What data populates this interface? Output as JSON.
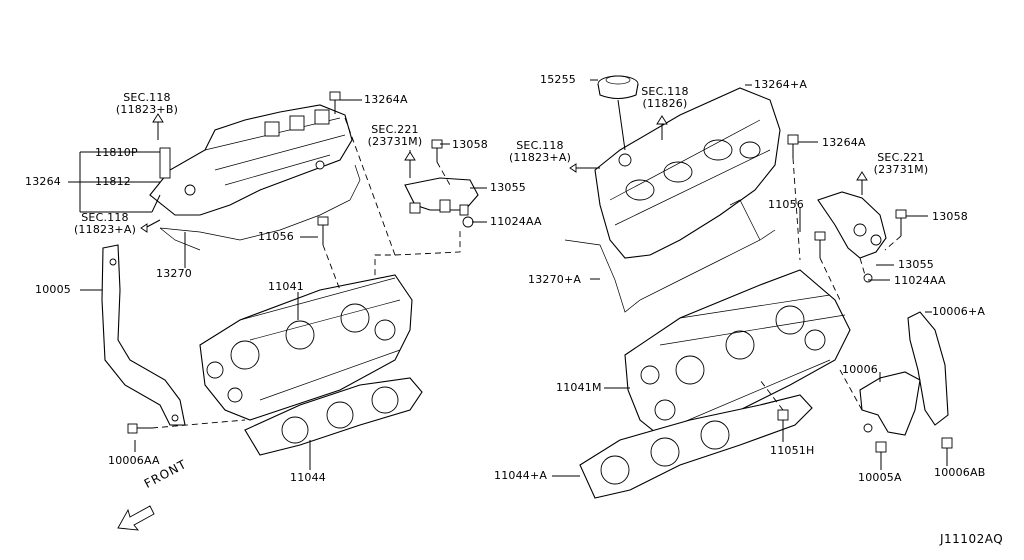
{
  "drawing_id": "J11102AQ",
  "front_label": "FRONT",
  "labels": {
    "sec118_b": "SEC.118",
    "sec118_b_sub": "(11823+B)",
    "p13264A_left": "13264A",
    "p11810P": "11810P",
    "p13264": "13264",
    "p11812": "11812",
    "sec118_a_left": "SEC.118",
    "sec118_a_left_sub": "(11823+A)",
    "p13270": "13270",
    "sec221_left": "SEC.221",
    "sec221_left_sub": "(23731M)",
    "p13058_left": "13058",
    "p13055_left": "13055",
    "p11024AA_left": "11024AA",
    "p11056_left": "11056",
    "p10005": "10005",
    "p11041": "11041",
    "p10006AA": "10006AA",
    "p11044": "11044",
    "p15255": "15255",
    "sec118_11826": "SEC.118",
    "sec118_11826_sub": "(11826)",
    "p13264A_plus": "13264+A",
    "sec118_a_right": "SEC.118",
    "sec118_a_right_sub": "(11823+A)",
    "p13264A_right": "13264A",
    "sec221_right": "SEC.221",
    "sec221_right_sub": "(23731M)",
    "p11056_right": "11056",
    "p13058_right": "13058",
    "p13270_plus": "13270+A",
    "p13055_right": "13055",
    "p11024AA_right": "11024AA",
    "p10006_plus": "10006+A",
    "p10006": "10006",
    "p11041M": "11041M",
    "p11051H": "11051H",
    "p10005A": "10005A",
    "p10006AB": "10006AB",
    "p11044_plus": "11044+A"
  }
}
